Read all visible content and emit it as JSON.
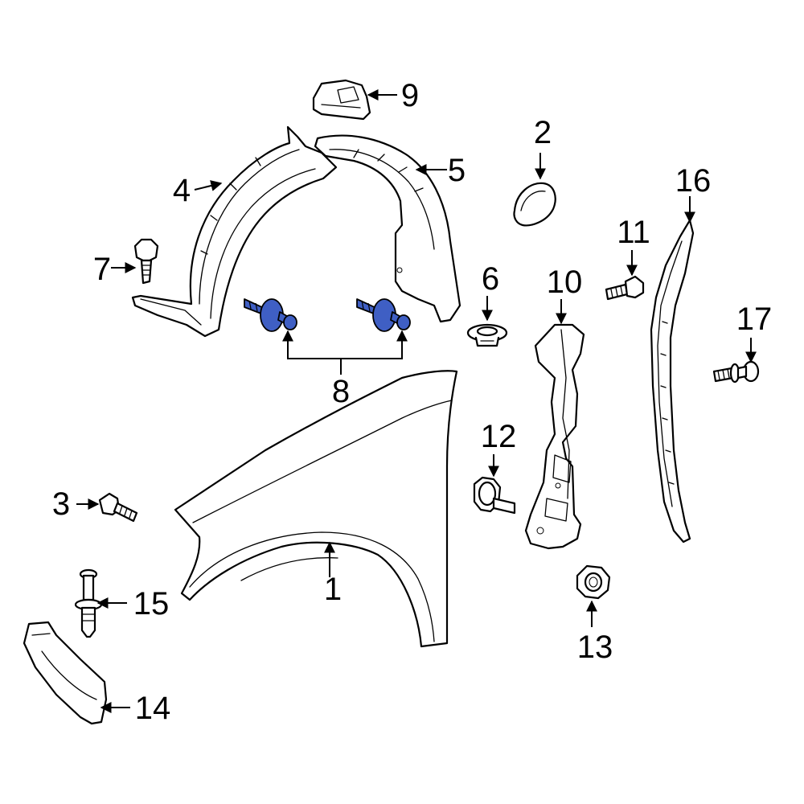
{
  "colors": {
    "highlight": "#3f5fc4",
    "line": "#000000",
    "background": "#ffffff"
  },
  "callouts": {
    "c1": "1",
    "c2": "2",
    "c3": "3",
    "c4": "4",
    "c5": "5",
    "c6": "6",
    "c7": "7",
    "c8": "8",
    "c9": "9",
    "c10": "10",
    "c11": "11",
    "c12": "12",
    "c13": "13",
    "c14": "14",
    "c15": "15",
    "c16": "16",
    "c17": "17"
  },
  "highlighted_part": "8"
}
